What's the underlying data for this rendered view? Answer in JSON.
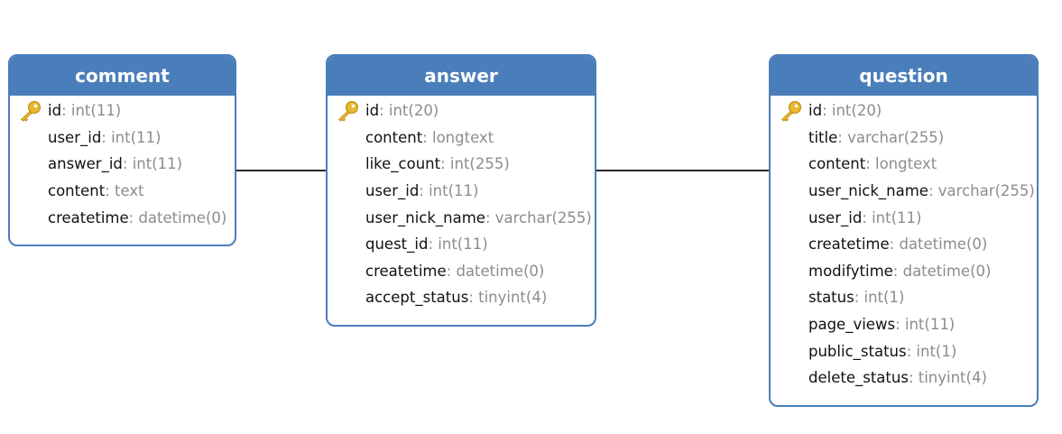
{
  "tables": {
    "comment": {
      "name": "comment",
      "fields": [
        {
          "name": "id",
          "type": ": int(11)",
          "primary_key": true
        },
        {
          "name": "user_id",
          "type": ": int(11)"
        },
        {
          "name": "answer_id",
          "type": ": int(11)"
        },
        {
          "name": "content",
          "type": ": text"
        },
        {
          "name": "createtime",
          "type": ": datetime(0)"
        }
      ]
    },
    "answer": {
      "name": "answer",
      "fields": [
        {
          "name": "id",
          "type": ": int(20)",
          "primary_key": true
        },
        {
          "name": "content",
          "type": ": longtext"
        },
        {
          "name": "like_count",
          "type": ": int(255)"
        },
        {
          "name": "user_id",
          "type": ": int(11)"
        },
        {
          "name": "user_nick_name",
          "type": ": varchar(255)"
        },
        {
          "name": "quest_id",
          "type": ": int(11)"
        },
        {
          "name": "createtime",
          "type": ": datetime(0)"
        },
        {
          "name": "accept_status",
          "type": ": tinyint(4)"
        }
      ]
    },
    "question": {
      "name": "question",
      "fields": [
        {
          "name": "id",
          "type": ": int(20)",
          "primary_key": true
        },
        {
          "name": "title",
          "type": ": varchar(255)"
        },
        {
          "name": "content",
          "type": ": longtext"
        },
        {
          "name": "user_nick_name",
          "type": ": varchar(255)"
        },
        {
          "name": "user_id",
          "type": ": int(11)"
        },
        {
          "name": "createtime",
          "type": ": datetime(0)"
        },
        {
          "name": "modifytime",
          "type": ": datetime(0)"
        },
        {
          "name": "status",
          "type": ": int(1)"
        },
        {
          "name": "page_views",
          "type": ": int(11)"
        },
        {
          "name": "public_status",
          "type": ": int(1)"
        },
        {
          "name": "delete_status",
          "type": ": tinyint(4)"
        }
      ]
    }
  },
  "relations": [
    {
      "from": "comment",
      "to": "answer"
    },
    {
      "from": "answer",
      "to": "question"
    }
  ],
  "colors": {
    "header": "#4a7ebb",
    "border": "#4a7ebb",
    "field_name": "#111111",
    "field_type": "#8c8c8c",
    "key_icon": "#e8b830",
    "connector": "#2a2a2a"
  },
  "icons": {
    "primary_key": "key-icon"
  }
}
